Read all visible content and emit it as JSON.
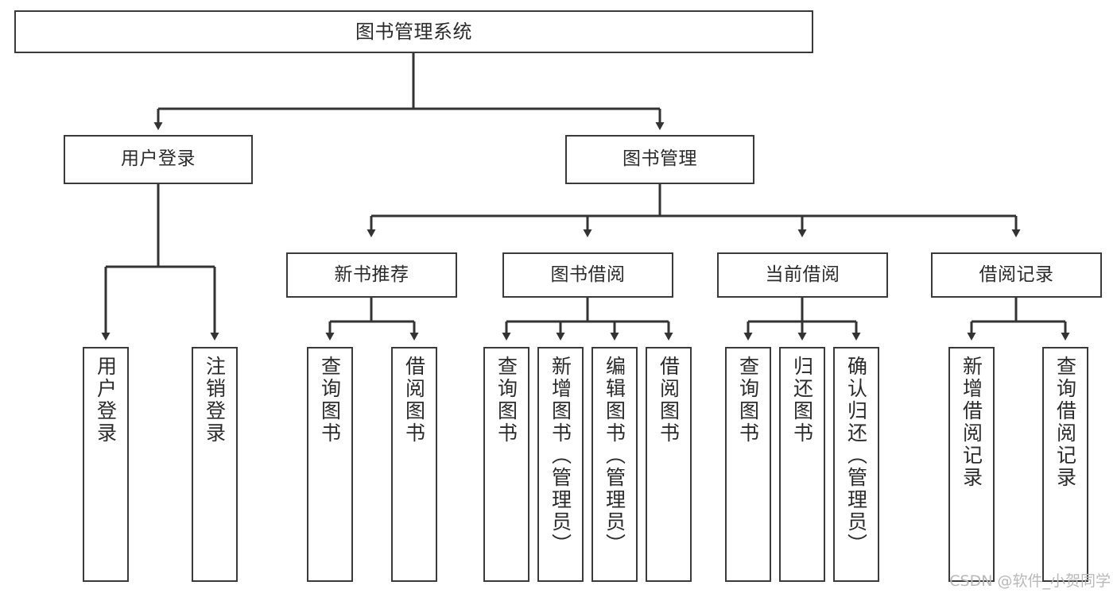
{
  "diagram": {
    "type": "tree-hierarchy",
    "title": "图书管理系统",
    "watermark": "CSDN @软件_小贺同学",
    "colors": {
      "box_border": "#3a3a3a",
      "box_fill": "#ffffff",
      "edge": "#333333",
      "text": "#2b2b2b",
      "background": "#ffffff",
      "watermark": "#b9b9b9"
    },
    "levels": 4
  },
  "nodes": {
    "root": {
      "label": "图书管理系统"
    },
    "level2": [
      {
        "label": "用户登录"
      },
      {
        "label": "图书管理"
      }
    ],
    "level3": [
      {
        "label": "新书推荐"
      },
      {
        "label": "图书借阅"
      },
      {
        "label": "当前借阅"
      },
      {
        "label": "借阅记录"
      }
    ],
    "leaves": {
      "user_login": [
        {
          "label": "用户登录"
        },
        {
          "label": "注销登录"
        }
      ],
      "new_book_rec": [
        {
          "label": "查询图书"
        },
        {
          "label": "借阅图书"
        }
      ],
      "book_borrow": [
        {
          "label": "查询图书"
        },
        {
          "label": "新增图书（管理员）"
        },
        {
          "label": "编辑图书（管理员）"
        },
        {
          "label": "借阅图书"
        }
      ],
      "current_borrow": [
        {
          "label": "查询图书"
        },
        {
          "label": "归还图书"
        },
        {
          "label": "确认归还（管理员）"
        }
      ],
      "borrow_record": [
        {
          "label": "新增借阅记录"
        },
        {
          "label": "查询借阅记录"
        }
      ]
    }
  }
}
